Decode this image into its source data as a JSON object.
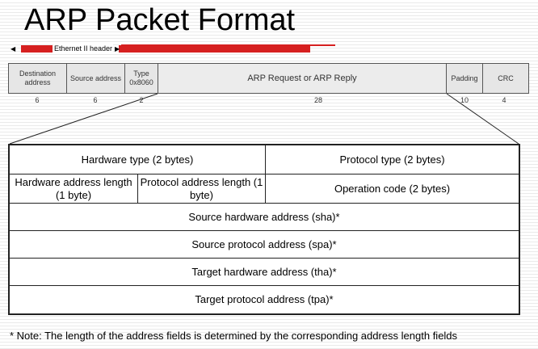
{
  "title": "ARP Packet Format",
  "ethernet_header_label": "Ethernet II header",
  "frame": {
    "fields": [
      {
        "label": "Destination address",
        "size": "6"
      },
      {
        "label": "Source address",
        "size": "6"
      },
      {
        "label": "Type 0x8060",
        "size": "2"
      },
      {
        "label": "ARP Request or ARP Reply",
        "size": "28"
      },
      {
        "label": "Padding",
        "size": "10"
      },
      {
        "label": "CRC",
        "size": "4"
      }
    ]
  },
  "arp": {
    "hardware_type": "Hardware type (2 bytes)",
    "protocol_type": "Protocol type (2 bytes)",
    "hardware_address_length": "Hardware address length (1 byte)",
    "protocol_address_length": "Protocol address length (1 byte)",
    "operation_code": "Operation code (2 bytes)",
    "sha": "Source hardware address (sha)*",
    "spa": "Source protocol address (spa)*",
    "tha": "Target hardware  address (tha)*",
    "tpa": "Target protocol address (tpa)*"
  },
  "footnote": "* Note: The length of the address fields is determined by the corresponding address length fields",
  "colors": {
    "accent": "#d62020",
    "border": "#222222"
  }
}
